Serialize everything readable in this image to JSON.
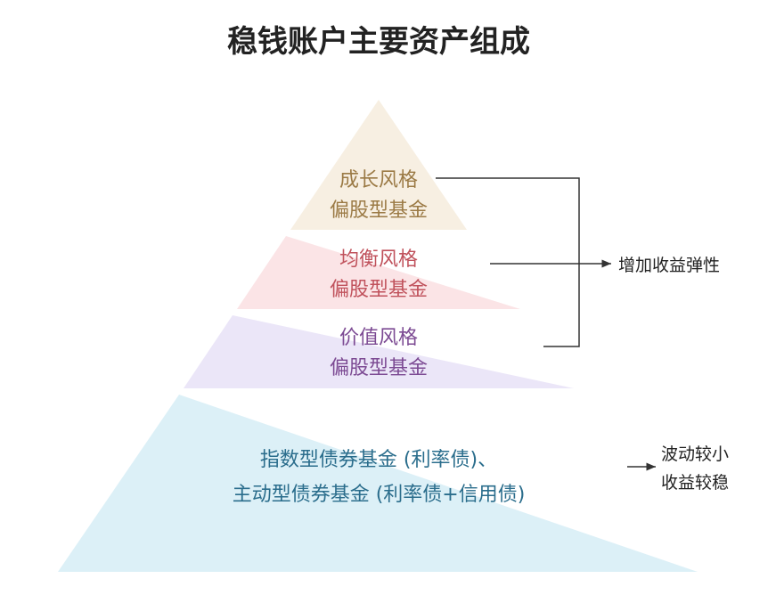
{
  "title": "稳钱账户主要资产组成",
  "tiers": [
    {
      "lines": [
        "成长风格",
        "偏股型基金"
      ],
      "fill": "#f7efe2",
      "color": "#9b7a45"
    },
    {
      "lines": [
        "均衡风格",
        "偏股型基金"
      ],
      "fill": "#fbe4e6",
      "color": "#c0525c"
    },
    {
      "lines": [
        "价值风格",
        "偏股型基金"
      ],
      "fill": "#ebe6f8",
      "color": "#7c4a93"
    },
    {
      "lines": [
        "指数型债券基金 (利率债)、",
        "主动型债券基金 (利率债+信用债)"
      ],
      "fill": "#dcf0f7",
      "color": "#2a6d8c"
    }
  ],
  "annotations": {
    "equity": "增加收益弹性",
    "bond": [
      "波动较小",
      "收益较稳"
    ]
  }
}
